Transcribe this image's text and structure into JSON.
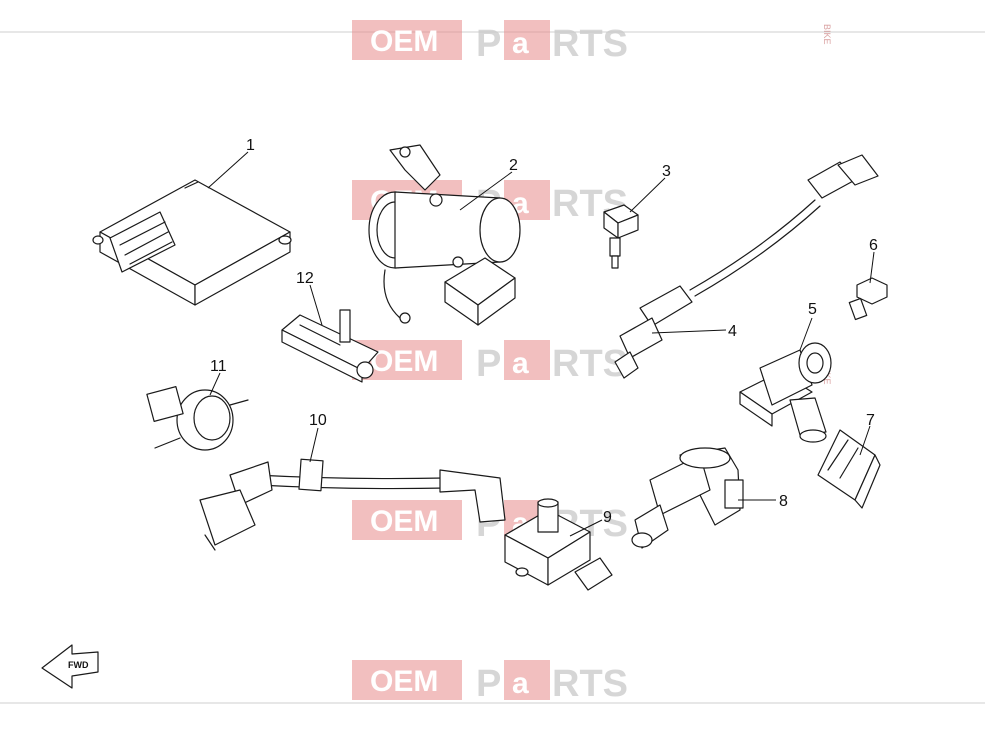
{
  "watermark": {
    "oem": "OEM",
    "bike": "BIKE",
    "p": "P",
    "a": "a",
    "rts": "RTS",
    "color": "#e88a8a"
  },
  "callouts": [
    "1",
    "2",
    "3",
    "4",
    "5",
    "6",
    "7",
    "8",
    "9",
    "10",
    "11",
    "12"
  ],
  "parts": [
    {
      "ref": "1",
      "icon": "ecu-unit-icon"
    },
    {
      "ref": "2",
      "icon": "throttle-body-icon"
    },
    {
      "ref": "3",
      "icon": "temperature-sensor-icon"
    },
    {
      "ref": "4",
      "icon": "oxygen-sensor-icon"
    },
    {
      "ref": "5",
      "icon": "idle-valve-icon"
    },
    {
      "ref": "6",
      "icon": "bolt-icon"
    },
    {
      "ref": "7",
      "icon": "connector-icon"
    },
    {
      "ref": "8",
      "icon": "fuel-injector-icon"
    },
    {
      "ref": "9",
      "icon": "pressure-sensor-icon"
    },
    {
      "ref": "10",
      "icon": "spark-plug-lead-icon"
    },
    {
      "ref": "11",
      "icon": "canister-valve-icon"
    },
    {
      "ref": "12",
      "icon": "tilt-sensor-icon"
    }
  ],
  "direction_icon": "front-arrow-icon"
}
